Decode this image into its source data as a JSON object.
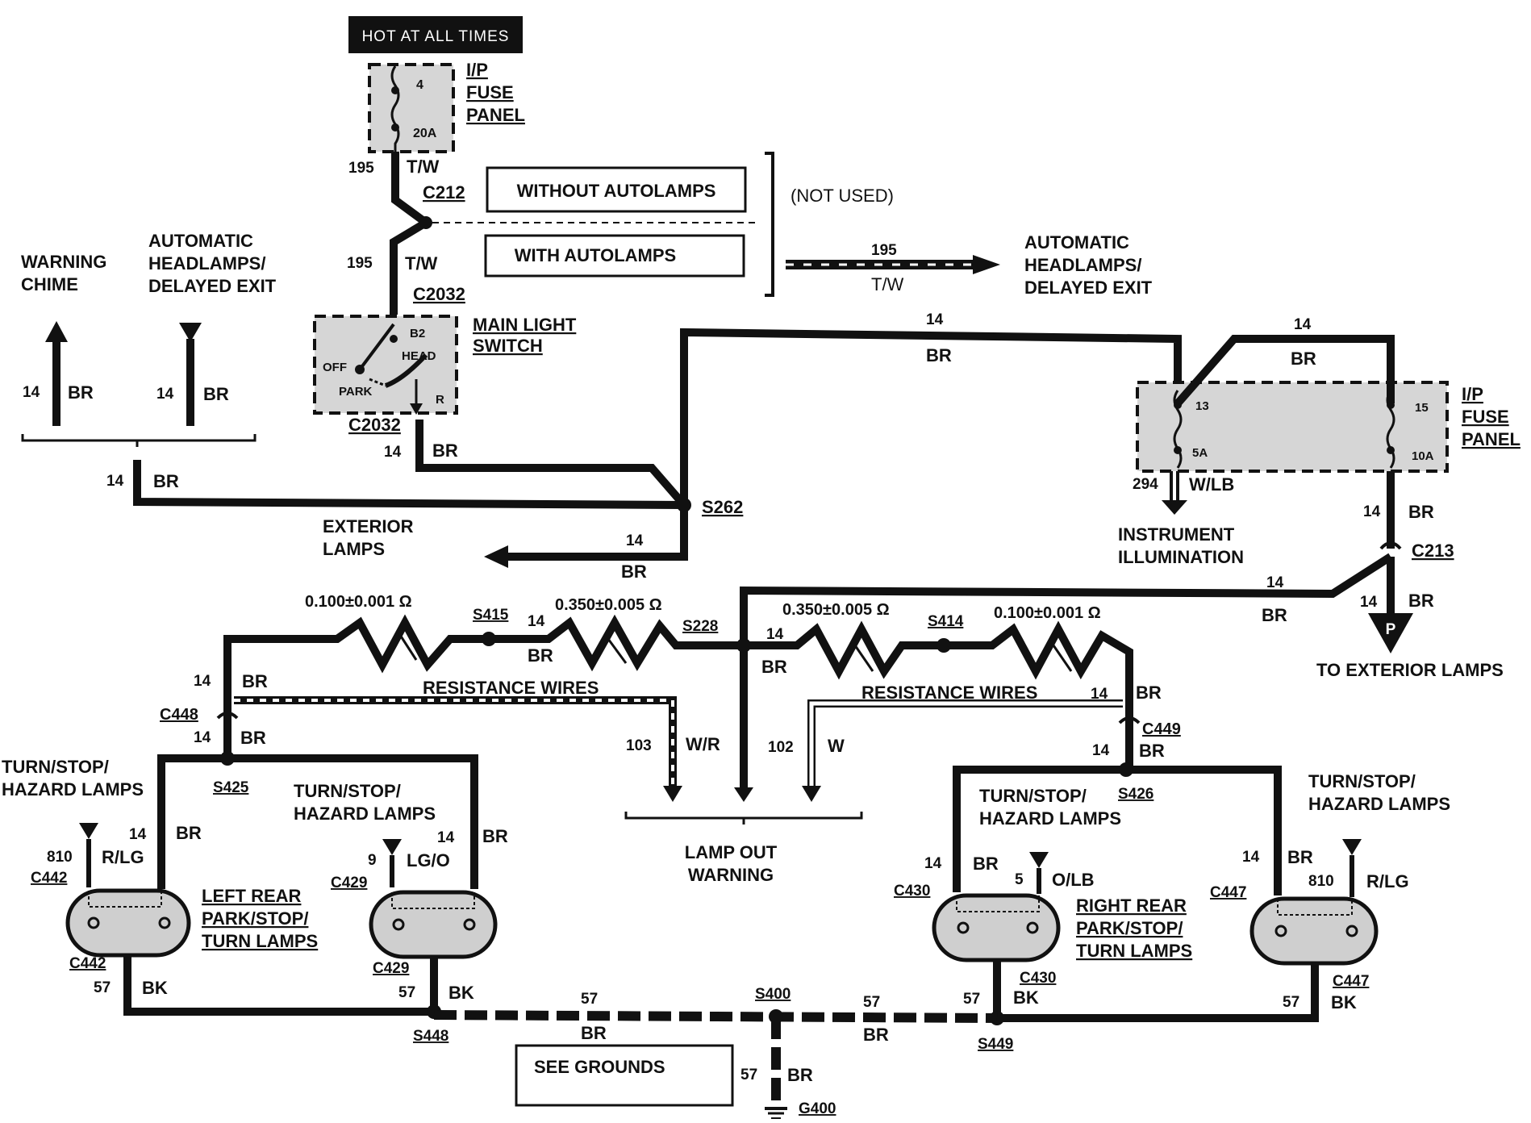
{
  "header": {
    "hot_at_all_times": "HOT AT ALL TIMES"
  },
  "fuse_panel_top": {
    "name_lines": [
      "I/P",
      "FUSE",
      "PANEL"
    ],
    "fuse_number": "4",
    "fuse_rating": "20A"
  },
  "feed": {
    "circuit": "195",
    "color": "T/W",
    "connector": "C212"
  },
  "autolamp_boxes": {
    "without": "WITHOUT AUTOLAMPS",
    "with": "WITH AUTOLAMPS",
    "not_used": "(NOT USED)"
  },
  "autolamp_output": {
    "circuit": "195",
    "color": "T/W",
    "label_lines": [
      "AUTOMATIC",
      "HEADLAMPS/",
      "DELAYED EXIT"
    ]
  },
  "feed2": {
    "circuit": "195",
    "color": "T/W",
    "connector": "C2032"
  },
  "main_switch": {
    "name_lines": [
      "MAIN LIGHT",
      "SWITCH"
    ],
    "pos_b2": "B2",
    "pos_off": "OFF",
    "pos_head": "HEAD",
    "pos_park": "PARK",
    "pos_r": "R",
    "connector_bottom": "C2032",
    "circuit": "14",
    "color": "BR"
  },
  "left_top": {
    "warning_chime": [
      "WARNING",
      "CHIME"
    ],
    "auto_headlamps": [
      "AUTOMATIC",
      "HEADLAMPS/",
      "DELAYED EXIT"
    ],
    "branch1_circuit": "14",
    "branch1_color": "BR",
    "branch2_circuit": "14",
    "branch2_color": "BR",
    "merged_circuit": "14",
    "merged_color": "BR"
  },
  "splice_s262": {
    "id": "S262"
  },
  "exterior_lamps": {
    "label_lines": [
      "EXTERIOR",
      "LAMPS"
    ],
    "circuit": "14",
    "color": "BR"
  },
  "top_run": {
    "circuit": "14",
    "color": "BR"
  },
  "fuse_panel_right": {
    "name_lines": [
      "I/P",
      "FUSE",
      "PANEL"
    ],
    "fuse_a_number": "13",
    "fuse_a_rating": "5A",
    "fuse_b_number": "15",
    "fuse_b_rating": "10A",
    "jumper_circuit": "14",
    "jumper_color": "BR"
  },
  "instrument": {
    "circuit": "294",
    "color": "W/LB",
    "label_lines": [
      "INSTRUMENT",
      "ILLUMINATION"
    ]
  },
  "c213": {
    "connector": "C213",
    "circuit_in": "14",
    "color_in": "BR",
    "circuit_out": "14",
    "color_out": "BR",
    "run_circuit": "14",
    "run_color": "BR",
    "to_label": "TO EXTERIOR LAMPS",
    "terminal": "P"
  },
  "resistance_left": {
    "r1": "0.100±0.001 Ω",
    "r2": "0.350±0.005 Ω",
    "splice_mid": "S415",
    "mid_circuit": "14",
    "mid_color": "BR",
    "splice_center": "S228",
    "label": "RESISTANCE WIRES",
    "drop_circuit": "14",
    "drop_color": "BR"
  },
  "resistance_right": {
    "r1": "0.350±0.005 Ω",
    "r2": "0.100±0.001 Ω",
    "splice_mid": "S414",
    "center_circuit": "14",
    "center_color": "BR",
    "label": "RESISTANCE WIRES",
    "drop_circuit": "14",
    "drop_color": "BR"
  },
  "lamp_out": {
    "label_lines": [
      "LAMP OUT",
      "WARNING"
    ],
    "left_circuit": "103",
    "left_color": "W/R",
    "right_circuit": "102",
    "right_color": "W"
  },
  "left_side": {
    "c448": "C448",
    "c448_circuit": "14",
    "c448_color": "BR",
    "s425": "S425",
    "turn_a": [
      "TURN/STOP/",
      "HAZARD LAMPS"
    ],
    "turn_b": [
      "TURN/STOP/",
      "HAZARD LAMPS"
    ],
    "outer_circuit": "14",
    "outer_color": "BR",
    "inner_circuit": "14",
    "inner_color": "BR",
    "c442_top": "C442",
    "c442_circuit": "810",
    "c442_color": "R/LG",
    "c429_top": "C429",
    "c429_circuit": "9",
    "c429_color": "LG/O",
    "lamp_label": [
      "LEFT REAR",
      "PARK/STOP/",
      "TURN LAMPS"
    ],
    "c442_bottom": "C442",
    "c442_gnd_circuit": "57",
    "c442_gnd_color": "BK",
    "c429_bottom": "C429",
    "c429_gnd_circuit": "57",
    "c429_gnd_color": "BK",
    "s448": "S448"
  },
  "right_side": {
    "c449": "C449",
    "c449_circuit": "14",
    "c449_color": "BR",
    "s426": "S426",
    "turn_a": [
      "TURN/STOP/",
      "HAZARD LAMPS"
    ],
    "turn_b": [
      "TURN/STOP/",
      "HAZARD LAMPS"
    ],
    "inner_circuit": "14",
    "inner_color": "BR",
    "outer_circuit": "14",
    "outer_color": "BR",
    "c430_top": "C430",
    "c430_circuit": "5",
    "c430_color": "O/LB",
    "c447_top": "C447",
    "c447_circuit": "810",
    "c447_color": "R/LG",
    "lamp_label": [
      "RIGHT REAR",
      "PARK/STOP/",
      "TURN LAMPS"
    ],
    "c430_bottom": "C430",
    "c430_gnd_circuit": "57",
    "c430_gnd_color": "BK",
    "c447_bottom": "C447",
    "c447_gnd_circuit": "57",
    "c447_gnd_color": "BK",
    "s449": "S449"
  },
  "ground_bus": {
    "circuit_l": "57",
    "color_l": "BR",
    "circuit_r": "57",
    "color_r": "BR",
    "s400": "S400",
    "drop_circuit": "57",
    "drop_color": "BR",
    "g400": "G400",
    "see_grounds": "SEE GROUNDS"
  }
}
